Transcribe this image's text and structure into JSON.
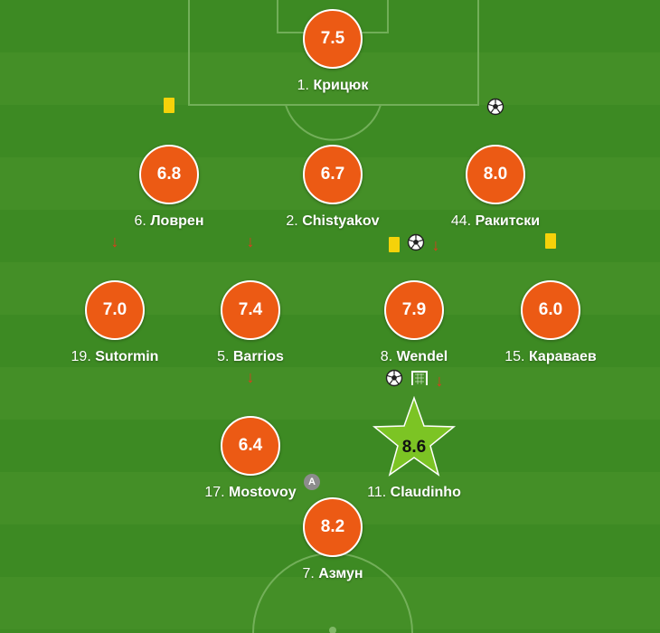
{
  "players": [
    {
      "rating": "7.5",
      "number": "1.",
      "name": "Крицюк"
    },
    {
      "rating": "6.8",
      "number": "6.",
      "name": "Ловрен"
    },
    {
      "rating": "6.7",
      "number": "2.",
      "name": "Chistyakov"
    },
    {
      "rating": "8.0",
      "number": "44.",
      "name": "Ракитски"
    },
    {
      "rating": "7.0",
      "number": "19.",
      "name": "Sutormin"
    },
    {
      "rating": "7.4",
      "number": "5.",
      "name": "Barrios"
    },
    {
      "rating": "7.9",
      "number": "8.",
      "name": "Wendel"
    },
    {
      "rating": "6.0",
      "number": "15.",
      "name": "Караваев"
    },
    {
      "rating": "6.4",
      "number": "17.",
      "name": "Mostovoy"
    },
    {
      "rating": "8.6",
      "number": "11.",
      "name": "Claudinho"
    },
    {
      "rating": "8.2",
      "number": "7.",
      "name": "Азмун"
    }
  ],
  "captain_badge": "A",
  "colors": {
    "rating_badge": "#ec5a14",
    "top_rated_star": "#7cc424",
    "pitch": "#3d8a23",
    "yellow_card": "#f5d20a",
    "sub_arrow": "#e03a1e"
  },
  "icons": {
    "goal": "football-icon",
    "card": "yellow-card-icon",
    "substitution": "sub-off-arrow-icon",
    "assist": "goal-frame-icon"
  }
}
